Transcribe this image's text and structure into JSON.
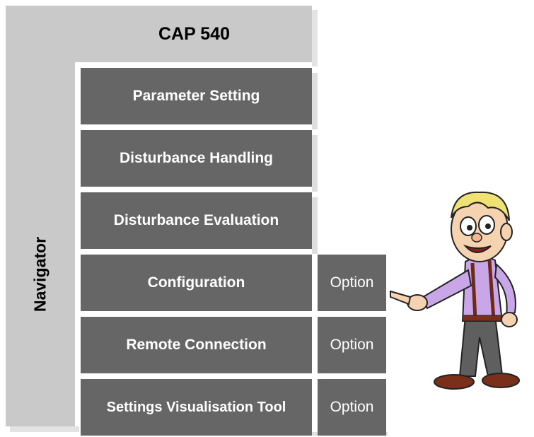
{
  "header": {
    "title": "CAP 540"
  },
  "sidebar": {
    "label": "Navigator"
  },
  "menu": {
    "items": [
      {
        "label": "Parameter Setting"
      },
      {
        "label": "Disturbance Handling"
      },
      {
        "label": "Disturbance Evaluation"
      },
      {
        "label": "Configuration",
        "option": "Option"
      },
      {
        "label": "Remote Connection",
        "option": "Option"
      },
      {
        "label": "Settings Visualisation Tool",
        "option": "Option"
      }
    ]
  },
  "colors": {
    "button": "#666666",
    "frame": "#c9c9c9",
    "text_light": "#ffffff"
  },
  "illustration": {
    "icon": "cartoon-man-pointing-icon"
  }
}
